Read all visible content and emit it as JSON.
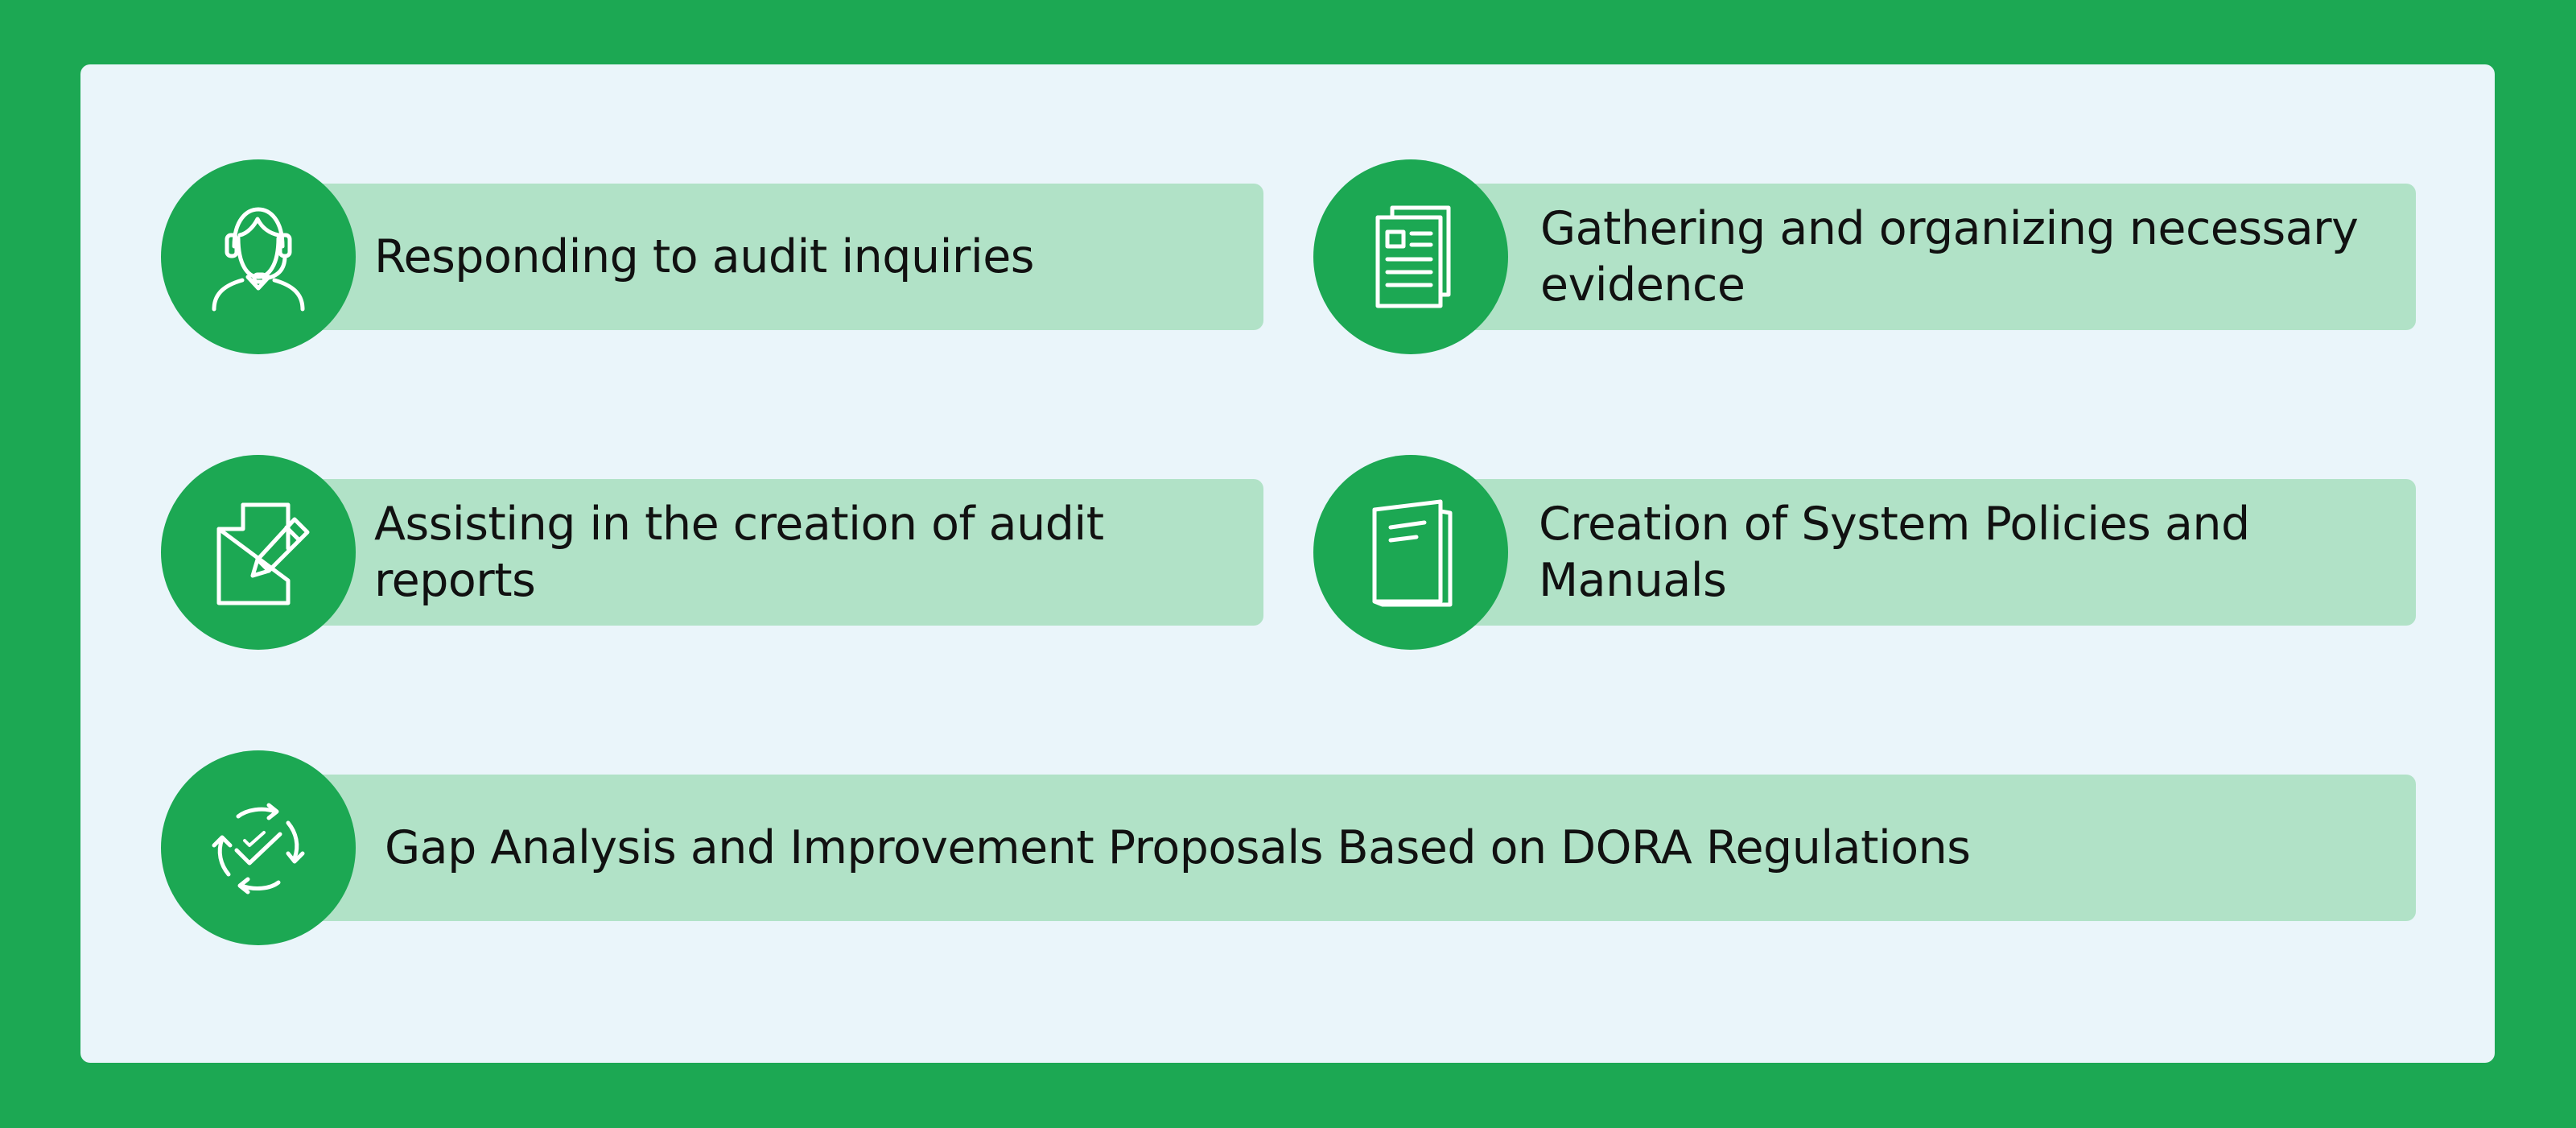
{
  "colors": {
    "frame": "#1ca853",
    "panel": "#eaf5fa",
    "bar": "#b1e2c7",
    "icon_circle": "#1ca853",
    "icon_stroke": "#ffffff",
    "text": "#111111"
  },
  "items": [
    {
      "icon": "support-agent-icon",
      "label": "Responding to audit inquiries"
    },
    {
      "icon": "documents-icon",
      "label": "Gathering and organizing necessary evidence"
    },
    {
      "icon": "edit-document-icon",
      "label": "Assisting in the creation of audit reports"
    },
    {
      "icon": "manual-book-icon",
      "label": "Creation of System Policies and Manuals"
    },
    {
      "icon": "cycle-check-icon",
      "label": "Gap Analysis and Improvement Proposals Based on DORA Regulations"
    }
  ]
}
